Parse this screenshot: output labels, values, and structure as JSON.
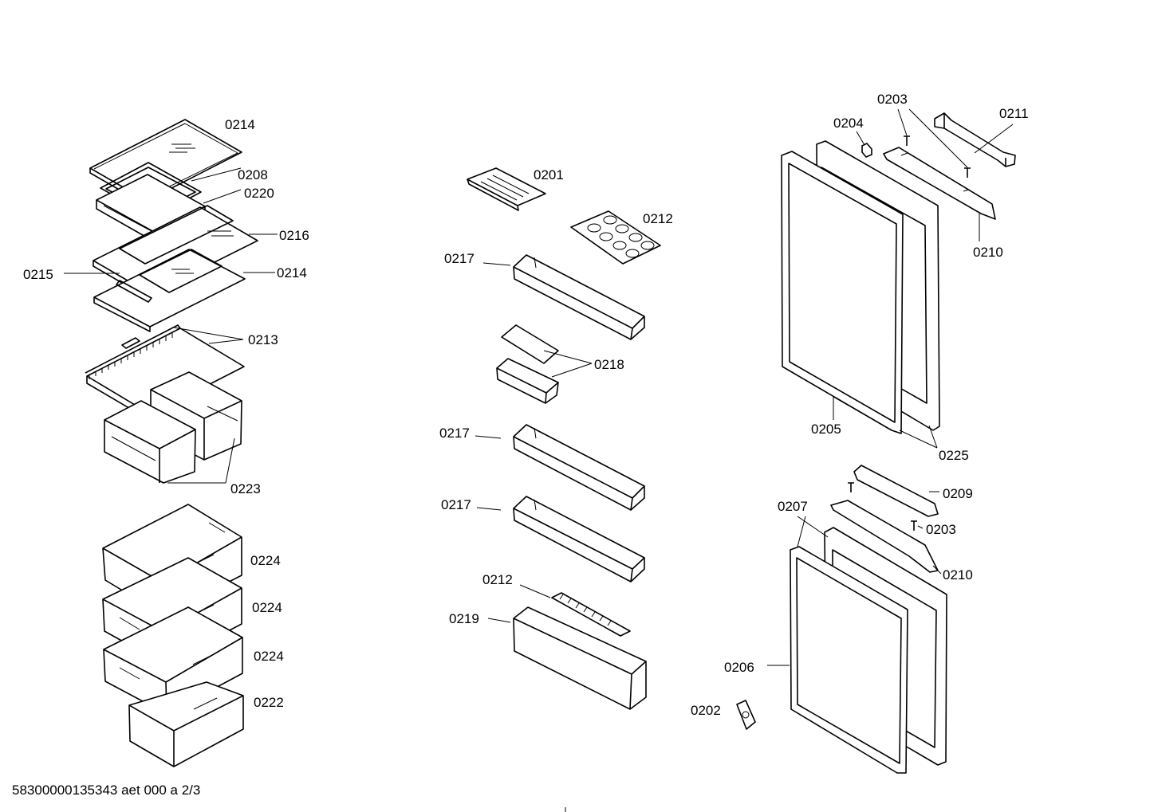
{
  "document": {
    "footer_text": "58300000135343 aet 000 a 2/3"
  },
  "callouts": [
    {
      "id": "c-0214-top",
      "label": "0214"
    },
    {
      "id": "c-0208",
      "label": "0208"
    },
    {
      "id": "c-0220",
      "label": "0220"
    },
    {
      "id": "c-0216",
      "label": "0216"
    },
    {
      "id": "c-0215",
      "label": "0215"
    },
    {
      "id": "c-0214-mid",
      "label": "0214"
    },
    {
      "id": "c-0213",
      "label": "0213"
    },
    {
      "id": "c-0223",
      "label": "0223"
    },
    {
      "id": "c-0224-a",
      "label": "0224"
    },
    {
      "id": "c-0224-b",
      "label": "0224"
    },
    {
      "id": "c-0224-c",
      "label": "0224"
    },
    {
      "id": "c-0222",
      "label": "0222"
    },
    {
      "id": "c-0201",
      "label": "0201"
    },
    {
      "id": "c-0212-top",
      "label": "0212"
    },
    {
      "id": "c-0217-a",
      "label": "0217"
    },
    {
      "id": "c-0218",
      "label": "0218"
    },
    {
      "id": "c-0217-b",
      "label": "0217"
    },
    {
      "id": "c-0217-c",
      "label": "0217"
    },
    {
      "id": "c-0212-low",
      "label": "0212"
    },
    {
      "id": "c-0219",
      "label": "0219"
    },
    {
      "id": "c-0203-top",
      "label": "0203"
    },
    {
      "id": "c-0211",
      "label": "0211"
    },
    {
      "id": "c-0204",
      "label": "0204"
    },
    {
      "id": "c-0210-top",
      "label": "0210"
    },
    {
      "id": "c-0205",
      "label": "0205"
    },
    {
      "id": "c-0225",
      "label": "0225"
    },
    {
      "id": "c-0209",
      "label": "0209"
    },
    {
      "id": "c-0207",
      "label": "0207"
    },
    {
      "id": "c-0203-low",
      "label": "0203"
    },
    {
      "id": "c-0210-low",
      "label": "0210"
    },
    {
      "id": "c-0206",
      "label": "0206"
    },
    {
      "id": "c-0202",
      "label": "0202"
    }
  ]
}
